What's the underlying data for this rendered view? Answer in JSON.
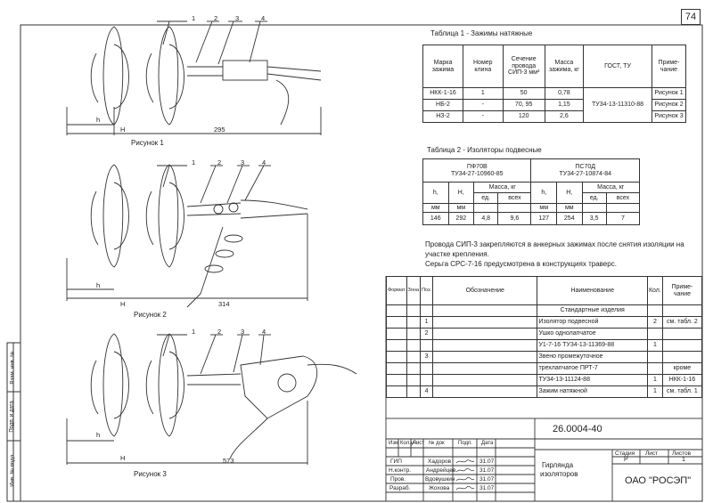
{
  "page_number": "74",
  "figures": {
    "fig1": {
      "caption": "Рисунок 1",
      "callouts": [
        "1",
        "2",
        "3",
        "4"
      ],
      "dims": {
        "h": "h",
        "H": "H",
        "L": "295"
      }
    },
    "fig2": {
      "caption": "Рисунок 2",
      "callouts": [
        "1",
        "2",
        "3",
        "4"
      ],
      "dims": {
        "h": "h",
        "H": "H",
        "L": "314"
      }
    },
    "fig3": {
      "caption": "Рисунок 3",
      "callouts": [
        "1",
        "2",
        "3",
        "4"
      ],
      "dims": {
        "h": "h",
        "H": "H",
        "L": "573"
      }
    }
  },
  "table1": {
    "title": "Таблица 1 - Зажимы натяжные",
    "headers": [
      "Марка зажима",
      "Номер клина",
      "Сечение провода СИП-3 мм²",
      "Масса зажима, кг",
      "ГОСТ, ТУ",
      "Приме-чание"
    ],
    "rows": [
      [
        "НКК-1-16",
        "1",
        "50",
        "0,78",
        "Рисунок 1"
      ],
      [
        "НБ-2",
        "-",
        "70, 95",
        "1,15",
        "Рисунок 2"
      ],
      [
        "НЗ-2",
        "-",
        "120",
        "2,6",
        "Рисунок 3"
      ]
    ],
    "gost": "ТУ34-13-11310-88"
  },
  "table2": {
    "title": "Таблица 2 - Изоляторы подвесные",
    "groups": [
      {
        "name": "ПФ70В",
        "spec": "ТУ34-27-10960-85"
      },
      {
        "name": "ПС70Д",
        "spec": "ТУ34-27-10874-84"
      }
    ],
    "sub": [
      "h,",
      "H,",
      "Масса, кг",
      "h,",
      "H,",
      "Масса, кг"
    ],
    "sub2": [
      "ед.",
      "всех",
      "ед.",
      "всех"
    ],
    "units": [
      "мм",
      "мм",
      "мм",
      "мм"
    ],
    "row": [
      "146",
      "292",
      "4,8",
      "9,6",
      "127",
      "254",
      "3,5",
      "7"
    ]
  },
  "notes": [
    "Провода СИП-3 закрепляются в анкерных зажимах после снятия изоляции на",
    "участке крепления.",
    "Серьга СРС-7-16 предусмотрена в конструкциях траверс."
  ],
  "spec": {
    "headers": [
      "Формат",
      "Зона",
      "Поз.",
      "Обозначение",
      "Наименование",
      "Кол.",
      "Приме-чание"
    ],
    "section": "Стандартные изделия",
    "rows": [
      {
        "pos": "1",
        "name": "Изолятор подвесной",
        "qty": "2",
        "note": "см. табл. 2"
      },
      {
        "pos": "2",
        "name": "Ушко однолапчатое",
        "qty": "",
        "note": ""
      },
      {
        "pos": "",
        "name": "У1-7-16 ТУ34-13-11369-88",
        "qty": "1",
        "note": ""
      },
      {
        "pos": "3",
        "name": "Звено промежуточное",
        "qty": "",
        "note": ""
      },
      {
        "pos": "",
        "name": "трехлапчатое ПРТ-7",
        "qty": "",
        "note": "кроме"
      },
      {
        "pos": "",
        "name": "ТУ34-13-11124-88",
        "qty": "1",
        "note": "НКК-1-16"
      },
      {
        "pos": "4",
        "name": "Зажим натяжной",
        "qty": "1",
        "note": "см. табл. 1"
      }
    ]
  },
  "stamp": {
    "doc_number": "26.0004-40",
    "title_lines": [
      "Гирлянда",
      "изоляторов"
    ],
    "org": "ОАО \"РОСЭП\"",
    "stage_header": [
      "Стадия",
      "Лист",
      "Листов"
    ],
    "stage_values": [
      "Р",
      "",
      "1"
    ],
    "change_headers": [
      "Изм",
      "Кол.уч.",
      "Лист",
      "№ док",
      "Подп.",
      "Дата"
    ],
    "people": [
      {
        "role": "ГИП",
        "name": "Хадоров",
        "date": "31.07"
      },
      {
        "role": "Н.контр.",
        "name": "Андрейцев",
        "date": "31.07"
      },
      {
        "role": "Пров.",
        "name": "Вдовушкин",
        "date": "31.07"
      },
      {
        "role": "Разраб.",
        "name": "Жохова",
        "date": "31.07"
      }
    ]
  },
  "side_stamp": [
    "Взам. инв. №",
    "Подп. и дата",
    "Инв. № подл."
  ]
}
